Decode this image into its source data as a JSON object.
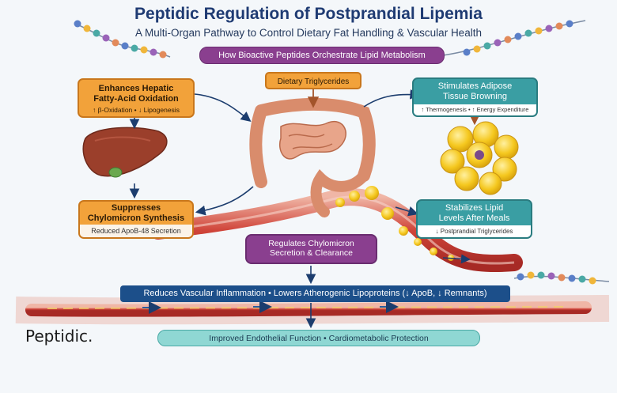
{
  "header": {
    "title": "Peptidic Regulation of Postprandial Lipemia",
    "subtitle": "A Multi-Organ Pathway to Control Dietary Fat Handling & Vascular Health",
    "banner": "How Bioactive Peptides Orchestrate Lipid Metabolism"
  },
  "nodes": {
    "dietary": {
      "label": "Dietary Triglycerides"
    },
    "hepatic": {
      "title_line1": "Enhances Hepatic",
      "title_line2": "Fatty-Acid Oxidation",
      "detail": "↑ β-Oxidation • ↓ Lipogenesis"
    },
    "adipose": {
      "title_line1": "Stimulates Adipose",
      "title_line2": "Tissue Browning",
      "detail": "↑ Thermogenesis • ↑ Energy Expenditure"
    },
    "chylomicron_synthesis": {
      "title_line1": "Suppresses",
      "title_line2": "Chylomicron Synthesis",
      "detail": "Reduced ApoB-48 Secretion"
    },
    "lipid_levels": {
      "title_line1": "Stabilizes Lipid",
      "title_line2": "Levels After Meals",
      "detail": "↓ Postprandial Triglycerides"
    },
    "chylomicron_secretion": {
      "line1": "Regulates Chylomicron",
      "line2": "Secretion & Clearance"
    }
  },
  "outcomes": {
    "vascular": "Reduces Vascular Inflammation • Lowers Atherogenic Lipoproteins (↓ ApoB, ↓ Remnants)",
    "endothelial": "Improved Endothelial Function • Cardiometabolic Protection"
  },
  "brand": "Peptidic.",
  "colors": {
    "title": "#1f3b73",
    "orange": "#f2a23a",
    "teal": "#3a9ea3",
    "purple": "#8a3f8f",
    "navy": "#1c4f8a",
    "vessel": "#c8413a",
    "fat": "#f3c21e"
  },
  "icons": [
    "liver-icon",
    "intestine-icon",
    "adipocyte-icon",
    "blood-vessel-icon",
    "peptide-chain-icon"
  ]
}
